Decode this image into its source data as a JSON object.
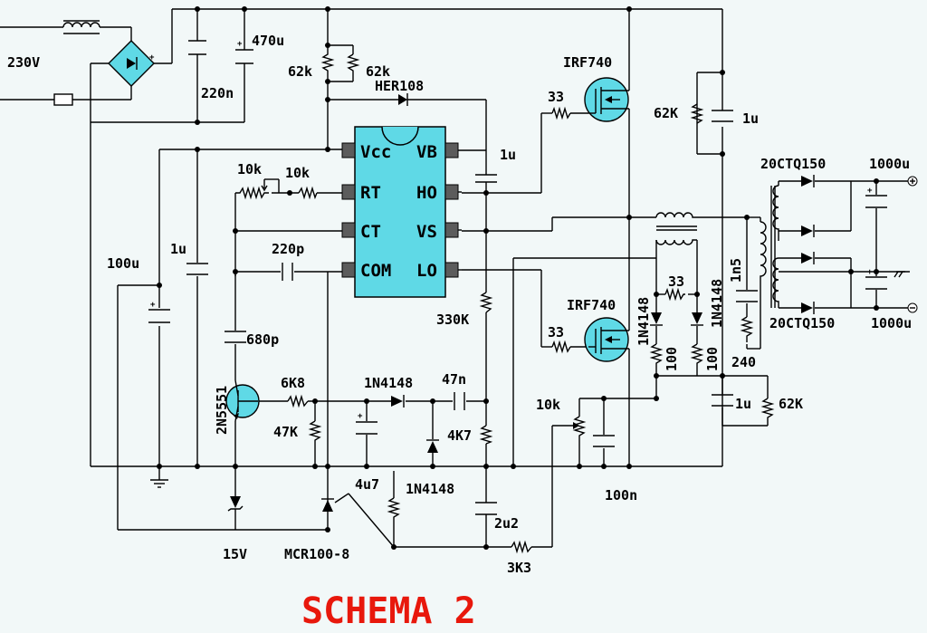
{
  "ic": {
    "pins": [
      "Vcc",
      "RT",
      "CT",
      "COM",
      "VB",
      "HO",
      "VS",
      "LO"
    ]
  },
  "labels": {
    "mains": "230V",
    "c_filter": "220n",
    "c_bulk": "470u",
    "r62k_a": "62k",
    "r62k_b": "62k",
    "d_boot": "HER108",
    "r_rt_pot": "10k",
    "r_rt": "10k",
    "c_boot": "1u",
    "c_ct": "220p",
    "c_vcc_big": "100u",
    "c_vcc_small": "1u",
    "c_680": "680p",
    "q_trans": "2N5551",
    "r_6k8": "6K8",
    "r_47k": "47K",
    "d_1n4148_a": "1N4148",
    "c_47n": "47n",
    "c_4u7": "4u7",
    "d_1n4148_b": "1N4148",
    "r_4k7": "4K7",
    "r_330k": "330K",
    "c_2u2": "2u2",
    "r_3k3": "3K3",
    "zener": "15V",
    "scr": "MCR100-8",
    "mosfet_top": "IRF740",
    "mosfet_bot": "IRF740",
    "r_gate_top": "33",
    "r_gate_bot": "33",
    "r_62K_top": "62K",
    "c_1u_top": "1u",
    "d_1n4148_l": "1N4148",
    "d_1n4148_r": "1N4148",
    "r_33_mid": "33",
    "r_100_a": "100",
    "r_100_b": "100",
    "c_1n5": "1n5",
    "r_240": "240",
    "pot_10k": "10k",
    "c_100n": "100n",
    "c_1u_bot": "1u",
    "r_62K_bot": "62K",
    "rect_top": "20CTQ150",
    "rect_bot": "20CTQ150",
    "out_cap_top": "1000u",
    "out_cap_bot": "1000u"
  },
  "title": "SCHEMA 2",
  "colors": {
    "ic_fill": "#5fd9e6",
    "bridge_fill": "#5fd9e6",
    "title": "#e8180c",
    "pin_fill": "#5c5c5c"
  }
}
